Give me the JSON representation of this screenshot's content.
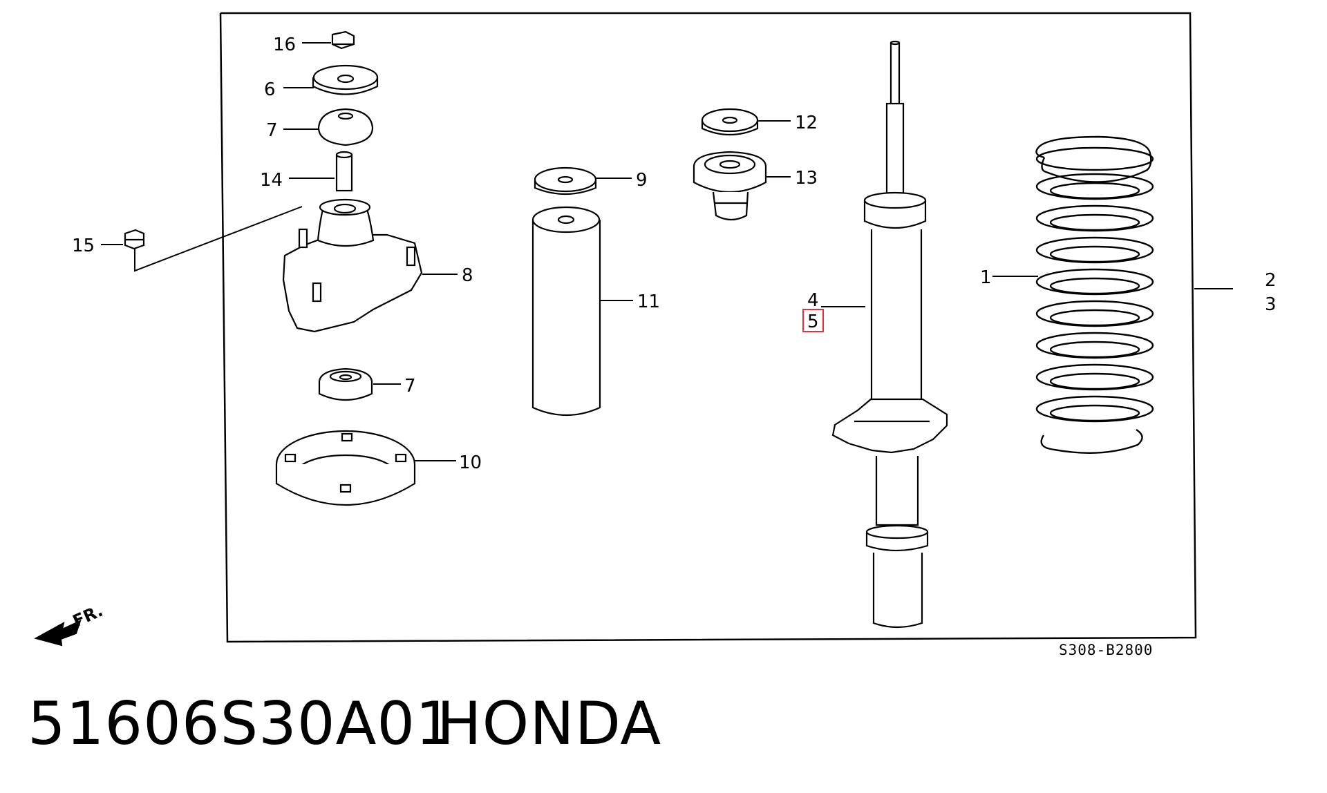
{
  "diagram": {
    "code": "S308-B2800",
    "front_marker": "FR.",
    "highlight_color": "#e0333a",
    "callouts": {
      "c1": "1",
      "c2": "2",
      "c3": "3",
      "c4": "4",
      "c5": "5",
      "c6": "6",
      "c7a": "7",
      "c7b": "7",
      "c8": "8",
      "c9": "9",
      "c10": "10",
      "c11": "11",
      "c12": "12",
      "c13": "13",
      "c14": "14",
      "c15": "15",
      "c16": "16"
    },
    "highlighted_callout": "5"
  },
  "caption": {
    "part_number": "51606S30A01",
    "brand": "HONDA"
  }
}
